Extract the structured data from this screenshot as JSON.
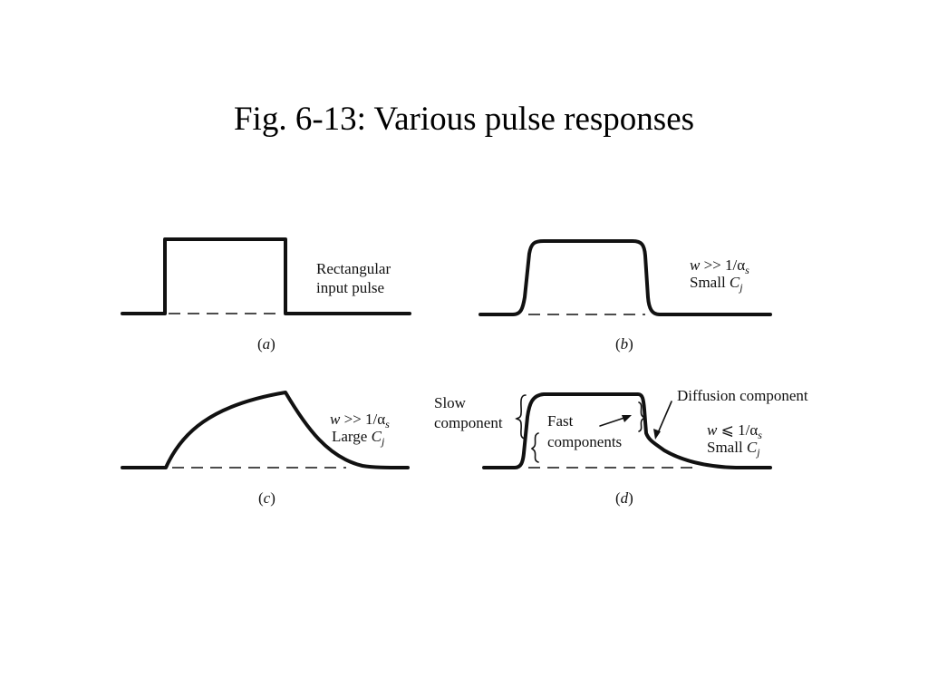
{
  "title": "Fig. 6-13: Various pulse responses",
  "panels": {
    "a": {
      "caption_open": "(",
      "caption_letter": "a",
      "caption_close": ")",
      "label_line1": "Rectangular",
      "label_line2": "input pulse"
    },
    "b": {
      "caption_open": "(",
      "caption_letter": "b",
      "caption_close": ")",
      "w": "w",
      "relation": " >> 1/",
      "alpha": "α",
      "alpha_sub": "s",
      "cap_text": "Small ",
      "cap_C": "C",
      "cap_sub": "j"
    },
    "c": {
      "caption_open": "(",
      "caption_letter": "c",
      "caption_close": ")",
      "w": "w",
      "relation": " >> 1/",
      "alpha": "α",
      "alpha_sub": "s",
      "cap_text": "Large ",
      "cap_C": "C",
      "cap_sub": "j"
    },
    "d": {
      "caption_open": "(",
      "caption_letter": "d",
      "caption_close": ")",
      "slow_line1": "Slow",
      "slow_line2": "component",
      "fast_line1": "Fast",
      "fast_line2": "components",
      "diffusion": "Diffusion component",
      "w": "w",
      "relation": " ⩽ 1/",
      "alpha": "α",
      "alpha_sub": "s",
      "cap_text": "Small ",
      "cap_C": "C",
      "cap_sub": "j"
    }
  }
}
